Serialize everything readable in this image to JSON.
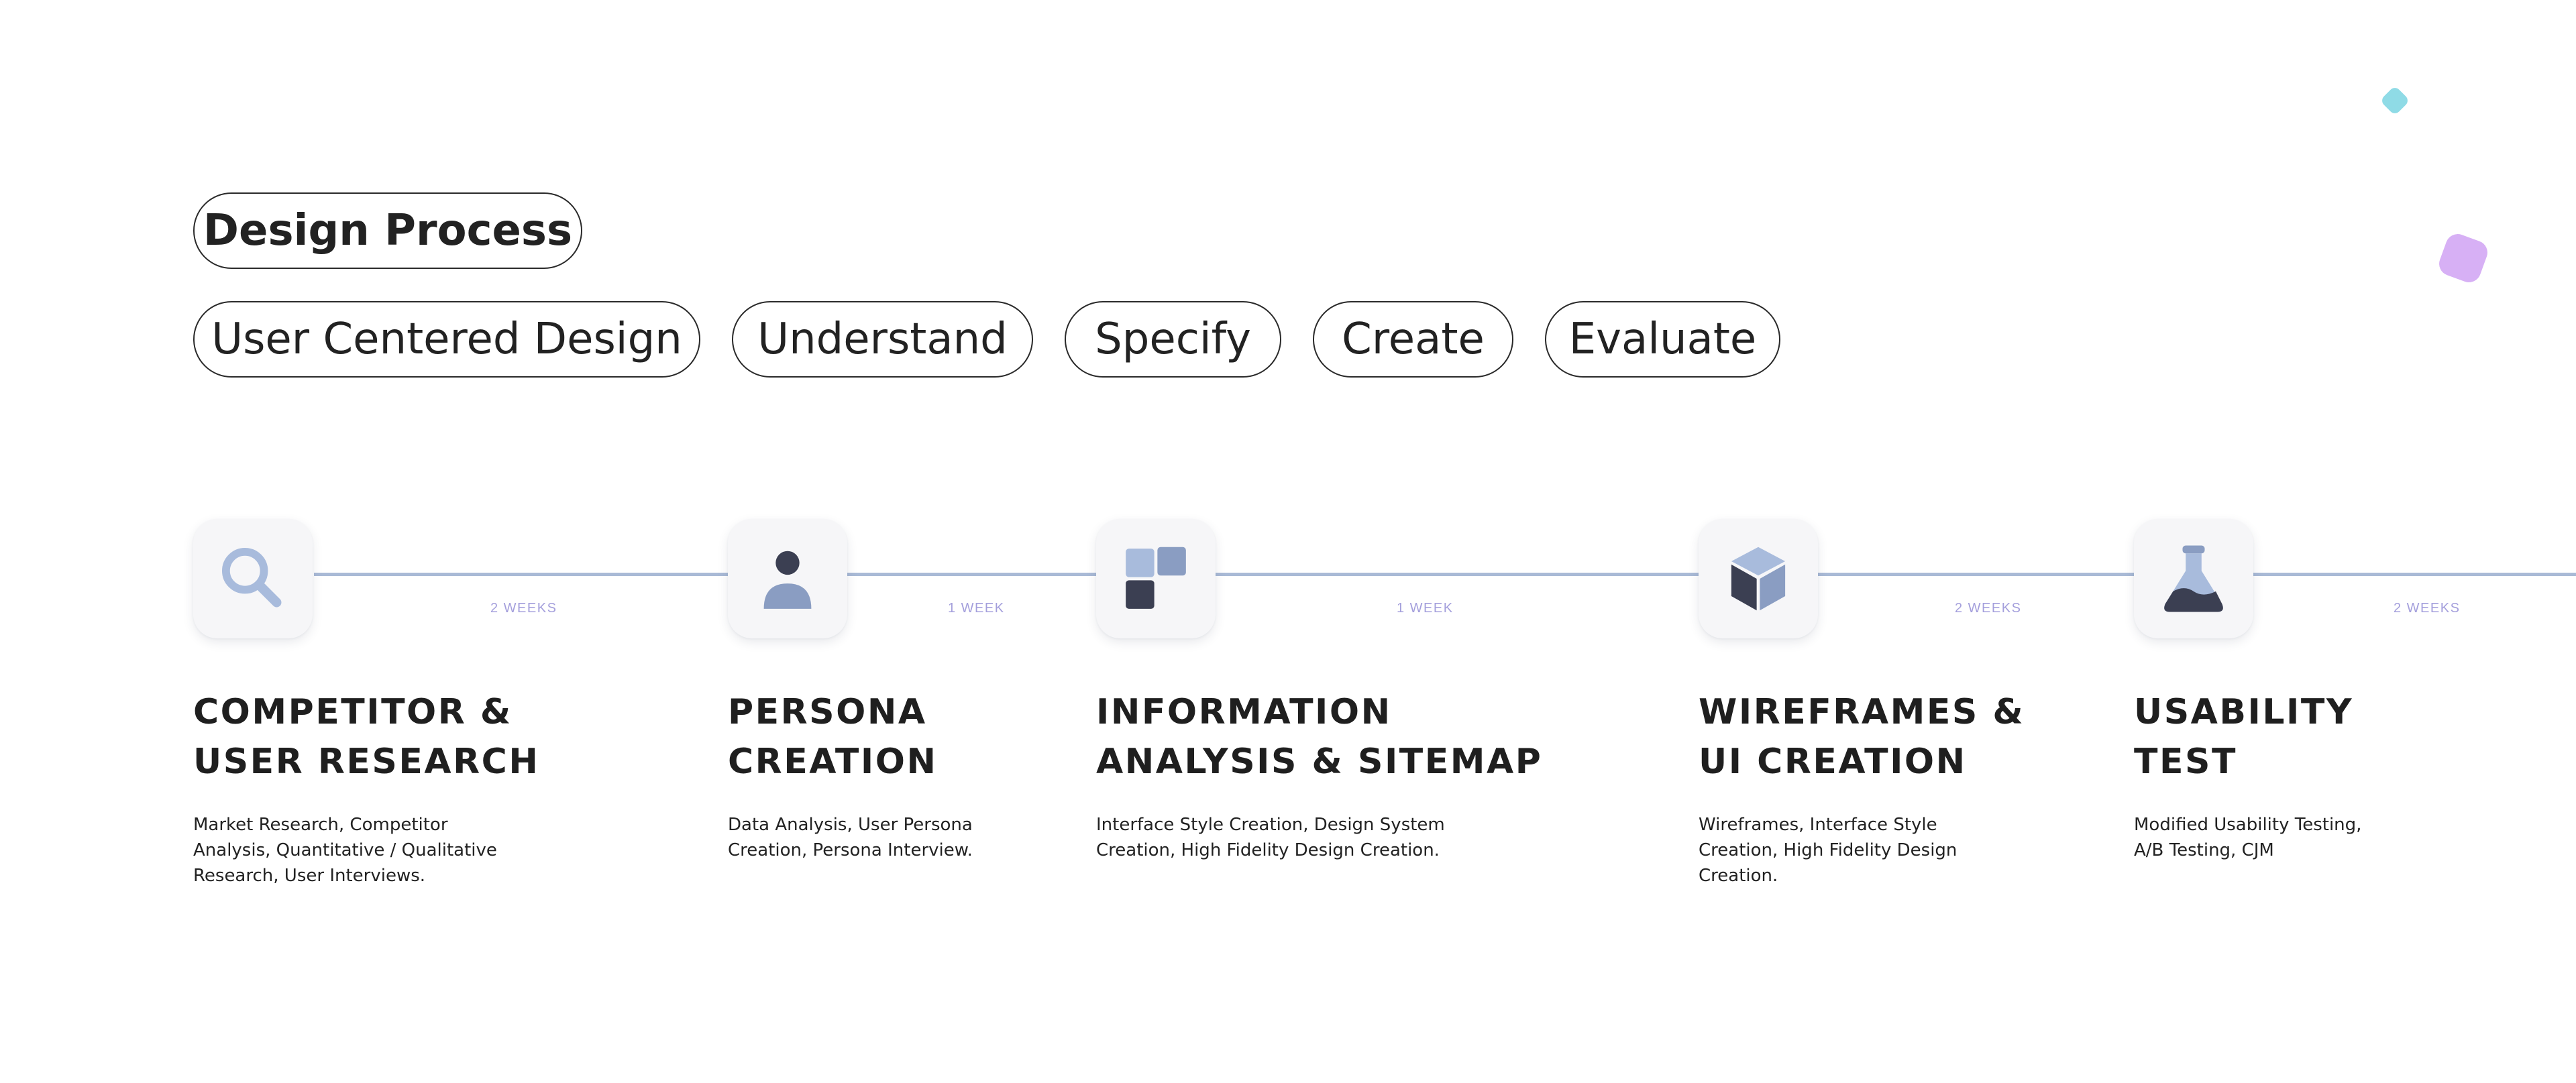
{
  "header": {
    "title": "Design Process",
    "tags": [
      "User Centered Design",
      "Understand",
      "Specify",
      "Create",
      "Evaluate"
    ]
  },
  "steps": [
    {
      "icon": "magnifier-icon",
      "title": "COMPETITOR &\nUSER RESEARCH",
      "description": "Market Research, Competitor Analysis,  Quantitative / Qualitative Research, User Interviews.",
      "duration": "2 WEEKS"
    },
    {
      "icon": "person-icon",
      "title": "PERSONA\nCREATION",
      "description": "Data Analysis, User Persona Creation, Persona Interview.",
      "duration": "1 WEEK"
    },
    {
      "icon": "grid-blocks-icon",
      "title": "INFORMATION\nANALYSIS & SITEMAP",
      "description": "Interface Style Creation, Design System Creation, High Fidelity Design Creation.",
      "duration": "1 WEEK"
    },
    {
      "icon": "cube-icon",
      "title": "WIREFRAMES &\nUI CREATION",
      "description": "Wireframes, Interface Style Creation, High Fidelity Design Creation.",
      "duration": "2 WEEKS"
    },
    {
      "icon": "flask-icon",
      "title": "USABILITY\nTEST",
      "description": "Modified Usability Testing, A/B Testing, CJM",
      "duration": "2 WEEKS"
    }
  ],
  "colors": {
    "timeline": "#a9bad6",
    "icon_dark": "#3b3f52",
    "icon_mid": "#8a9dc2",
    "icon_light": "#a8bbdc",
    "duration_text": "#a49fdc",
    "deco_cyan": "#8fdbe6",
    "deco_purple": "#d7b0f5"
  }
}
